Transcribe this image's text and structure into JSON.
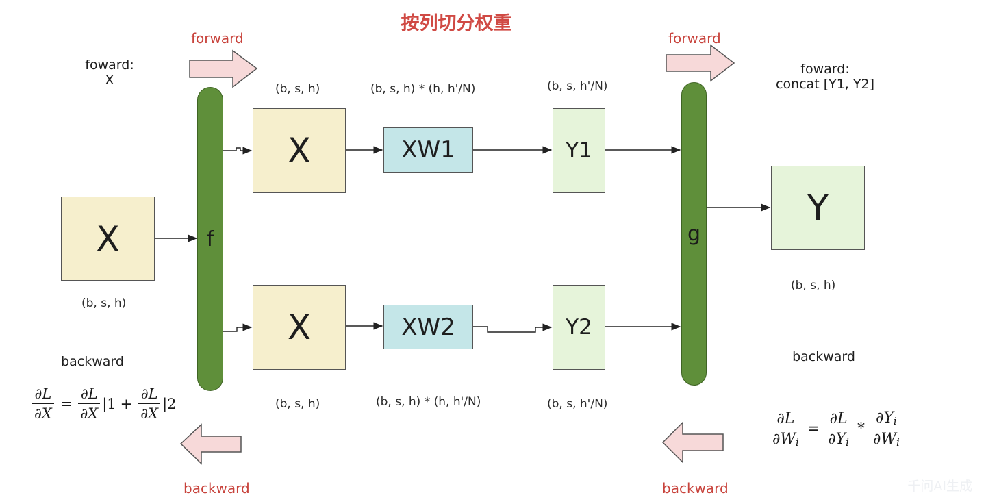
{
  "title": "按列切分权重",
  "left_forward_label": "forward",
  "right_forward_label": "forward",
  "left_backward_label": "backward",
  "right_backward_label": "backward",
  "left_forward_note": {
    "line1": "foward:",
    "line2": "X"
  },
  "right_forward_note": {
    "line1": "foward:",
    "line2": "concat [Y1, Y2]"
  },
  "left_backward_note": "backward",
  "right_backward_note": "backward",
  "input_box": {
    "label": "X",
    "shape": "(b, s, h)"
  },
  "f_bar": {
    "label": "f"
  },
  "g_bar": {
    "label": "g"
  },
  "top_branch": {
    "x_label": "X",
    "x_shape": "(b, s, h)",
    "w_label": "XW1",
    "w_shape": "(b, s, h) * (h, h'/N)",
    "y_label": "Y1",
    "y_shape": "(b, s,  h'/N)"
  },
  "bottom_branch": {
    "x_label": "X",
    "x_shape": "(b, s, h)",
    "w_label": "XW2",
    "w_shape": "(b, s, h) * (h, h'/N)",
    "y_label": "Y2",
    "y_shape": "(b, s,  h'/N)"
  },
  "output_box": {
    "label": "Y",
    "shape": "(b, s, h)"
  },
  "left_formula": {
    "lhs_num": "∂L",
    "lhs_den": "∂X",
    "eq": "=",
    "t1_num": "∂L",
    "t1_den": "∂X",
    "t1_tail": "|1",
    "plus": "+",
    "t2_num": "∂L",
    "t2_den": "∂X",
    "t2_tail": "|2"
  },
  "right_formula": {
    "lhs_num": "∂L",
    "lhs_den_main": "∂W",
    "lhs_den_sub": "i",
    "eq": "=",
    "t1_num": "∂L",
    "t1_den_main": "∂Y",
    "t1_den_sub": "i",
    "times": "*",
    "t2_num_main": "∂Y",
    "t2_num_sub": "i",
    "t2_den_main": "∂W",
    "t2_den_sub": "i"
  },
  "watermark": "千问AI生成",
  "colors": {
    "title": "#d04a44",
    "arrow_fill": "#f7d9d9",
    "bar_fill": "#5f8f3a",
    "cream_box": "#f6efcd",
    "cyan_box": "#c4e6e8",
    "mint_box": "#e6f4da"
  }
}
